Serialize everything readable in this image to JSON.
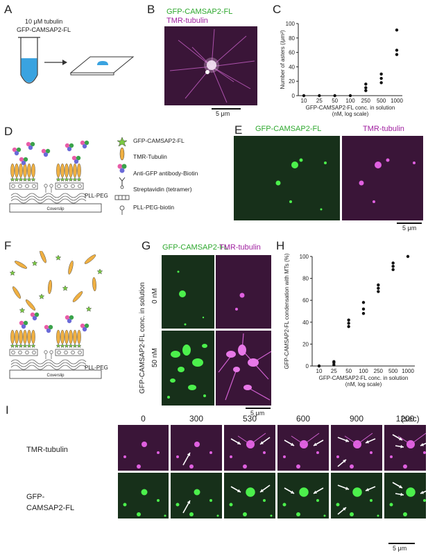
{
  "panel_labels": [
    "A",
    "B",
    "C",
    "D",
    "E",
    "F",
    "G",
    "H",
    "I"
  ],
  "panelA": {
    "line1": "10 μM tubulin",
    "line2": "GFP-CAMSAP2-FL"
  },
  "panelB": {
    "green_label": "GFP-CAMSAP2-FL",
    "magenta_label": "TMR-tubulin",
    "scale": "5 μm"
  },
  "panelE": {
    "green_label": "GFP-CAMSAP2-FL",
    "magenta_label": "TMR-tubulin",
    "scale": "5 μm"
  },
  "panelG": {
    "green_label": "GFP-CAMSAP2-FL",
    "magenta_label": "TMR-tubulin",
    "side_label": "GFP-CAMSAP2-FL conc. in solution",
    "row1": "0 nM",
    "row2": "50 nM",
    "scale": "5 μm"
  },
  "legendD": {
    "items": [
      "GFP-CAMSAP2-FL",
      "TMR-Tubulin",
      "Anti-GFP antibody-Biotin",
      "Streptavidin (tetramer)",
      "PLL-PEG-biotin"
    ],
    "pllpeg": "PLL-PEG",
    "coverslip": "Coverslip"
  },
  "panelF": {
    "pllpeg": "PLL-PEG",
    "coverslip": "Coverslip"
  },
  "panelI": {
    "times": [
      "0",
      "300",
      "530",
      "600",
      "900",
      "1200"
    ],
    "unit": "(sec)",
    "row1": "TMR-tubulin",
    "row2a": "GFP-",
    "row2b": "CAMSAP2-FL",
    "scale": "5 μm"
  },
  "chart_data": [
    {
      "type": "scatter",
      "id": "C",
      "ylabel": "Number of asters (/μm²)",
      "xlabel": "GFP-CAMSAP2-FL conc. in solution",
      "xlabel2": "(nM, log scale)",
      "categories": [
        "10",
        "25",
        "50",
        "100",
        "250",
        "500",
        "1000"
      ],
      "ylim": [
        0,
        100
      ],
      "yticks": [
        0,
        20,
        40,
        60,
        80,
        100
      ],
      "points": [
        [
          0,
          0
        ],
        [
          1,
          0
        ],
        [
          2,
          0
        ],
        [
          3,
          0
        ],
        [
          4,
          7
        ],
        [
          4,
          11
        ],
        [
          4,
          16
        ],
        [
          5,
          18
        ],
        [
          5,
          24
        ],
        [
          5,
          30
        ],
        [
          6,
          57
        ],
        [
          6,
          63
        ],
        [
          6,
          91
        ]
      ]
    },
    {
      "type": "scatter",
      "id": "H",
      "ylabel": "GFP-CAMSAP2-FL condensation with MTs (%)",
      "xlabel": "GFP-CAMSAP2-FL conc. in solution",
      "xlabel2": "(nM, log scale)",
      "categories": [
        "10",
        "25",
        "50",
        "100",
        "250",
        "500",
        "1000"
      ],
      "ylim": [
        0,
        100
      ],
      "yticks": [
        0,
        20,
        40,
        60,
        80,
        100
      ],
      "points": [
        [
          0,
          0
        ],
        [
          0,
          0
        ],
        [
          1,
          1
        ],
        [
          1,
          3
        ],
        [
          1,
          4
        ],
        [
          2,
          36
        ],
        [
          2,
          39
        ],
        [
          2,
          42
        ],
        [
          3,
          48
        ],
        [
          3,
          52
        ],
        [
          3,
          58
        ],
        [
          4,
          68
        ],
        [
          4,
          71
        ],
        [
          4,
          74
        ],
        [
          5,
          88
        ],
        [
          5,
          91
        ],
        [
          5,
          94
        ],
        [
          6,
          100
        ]
      ]
    }
  ]
}
